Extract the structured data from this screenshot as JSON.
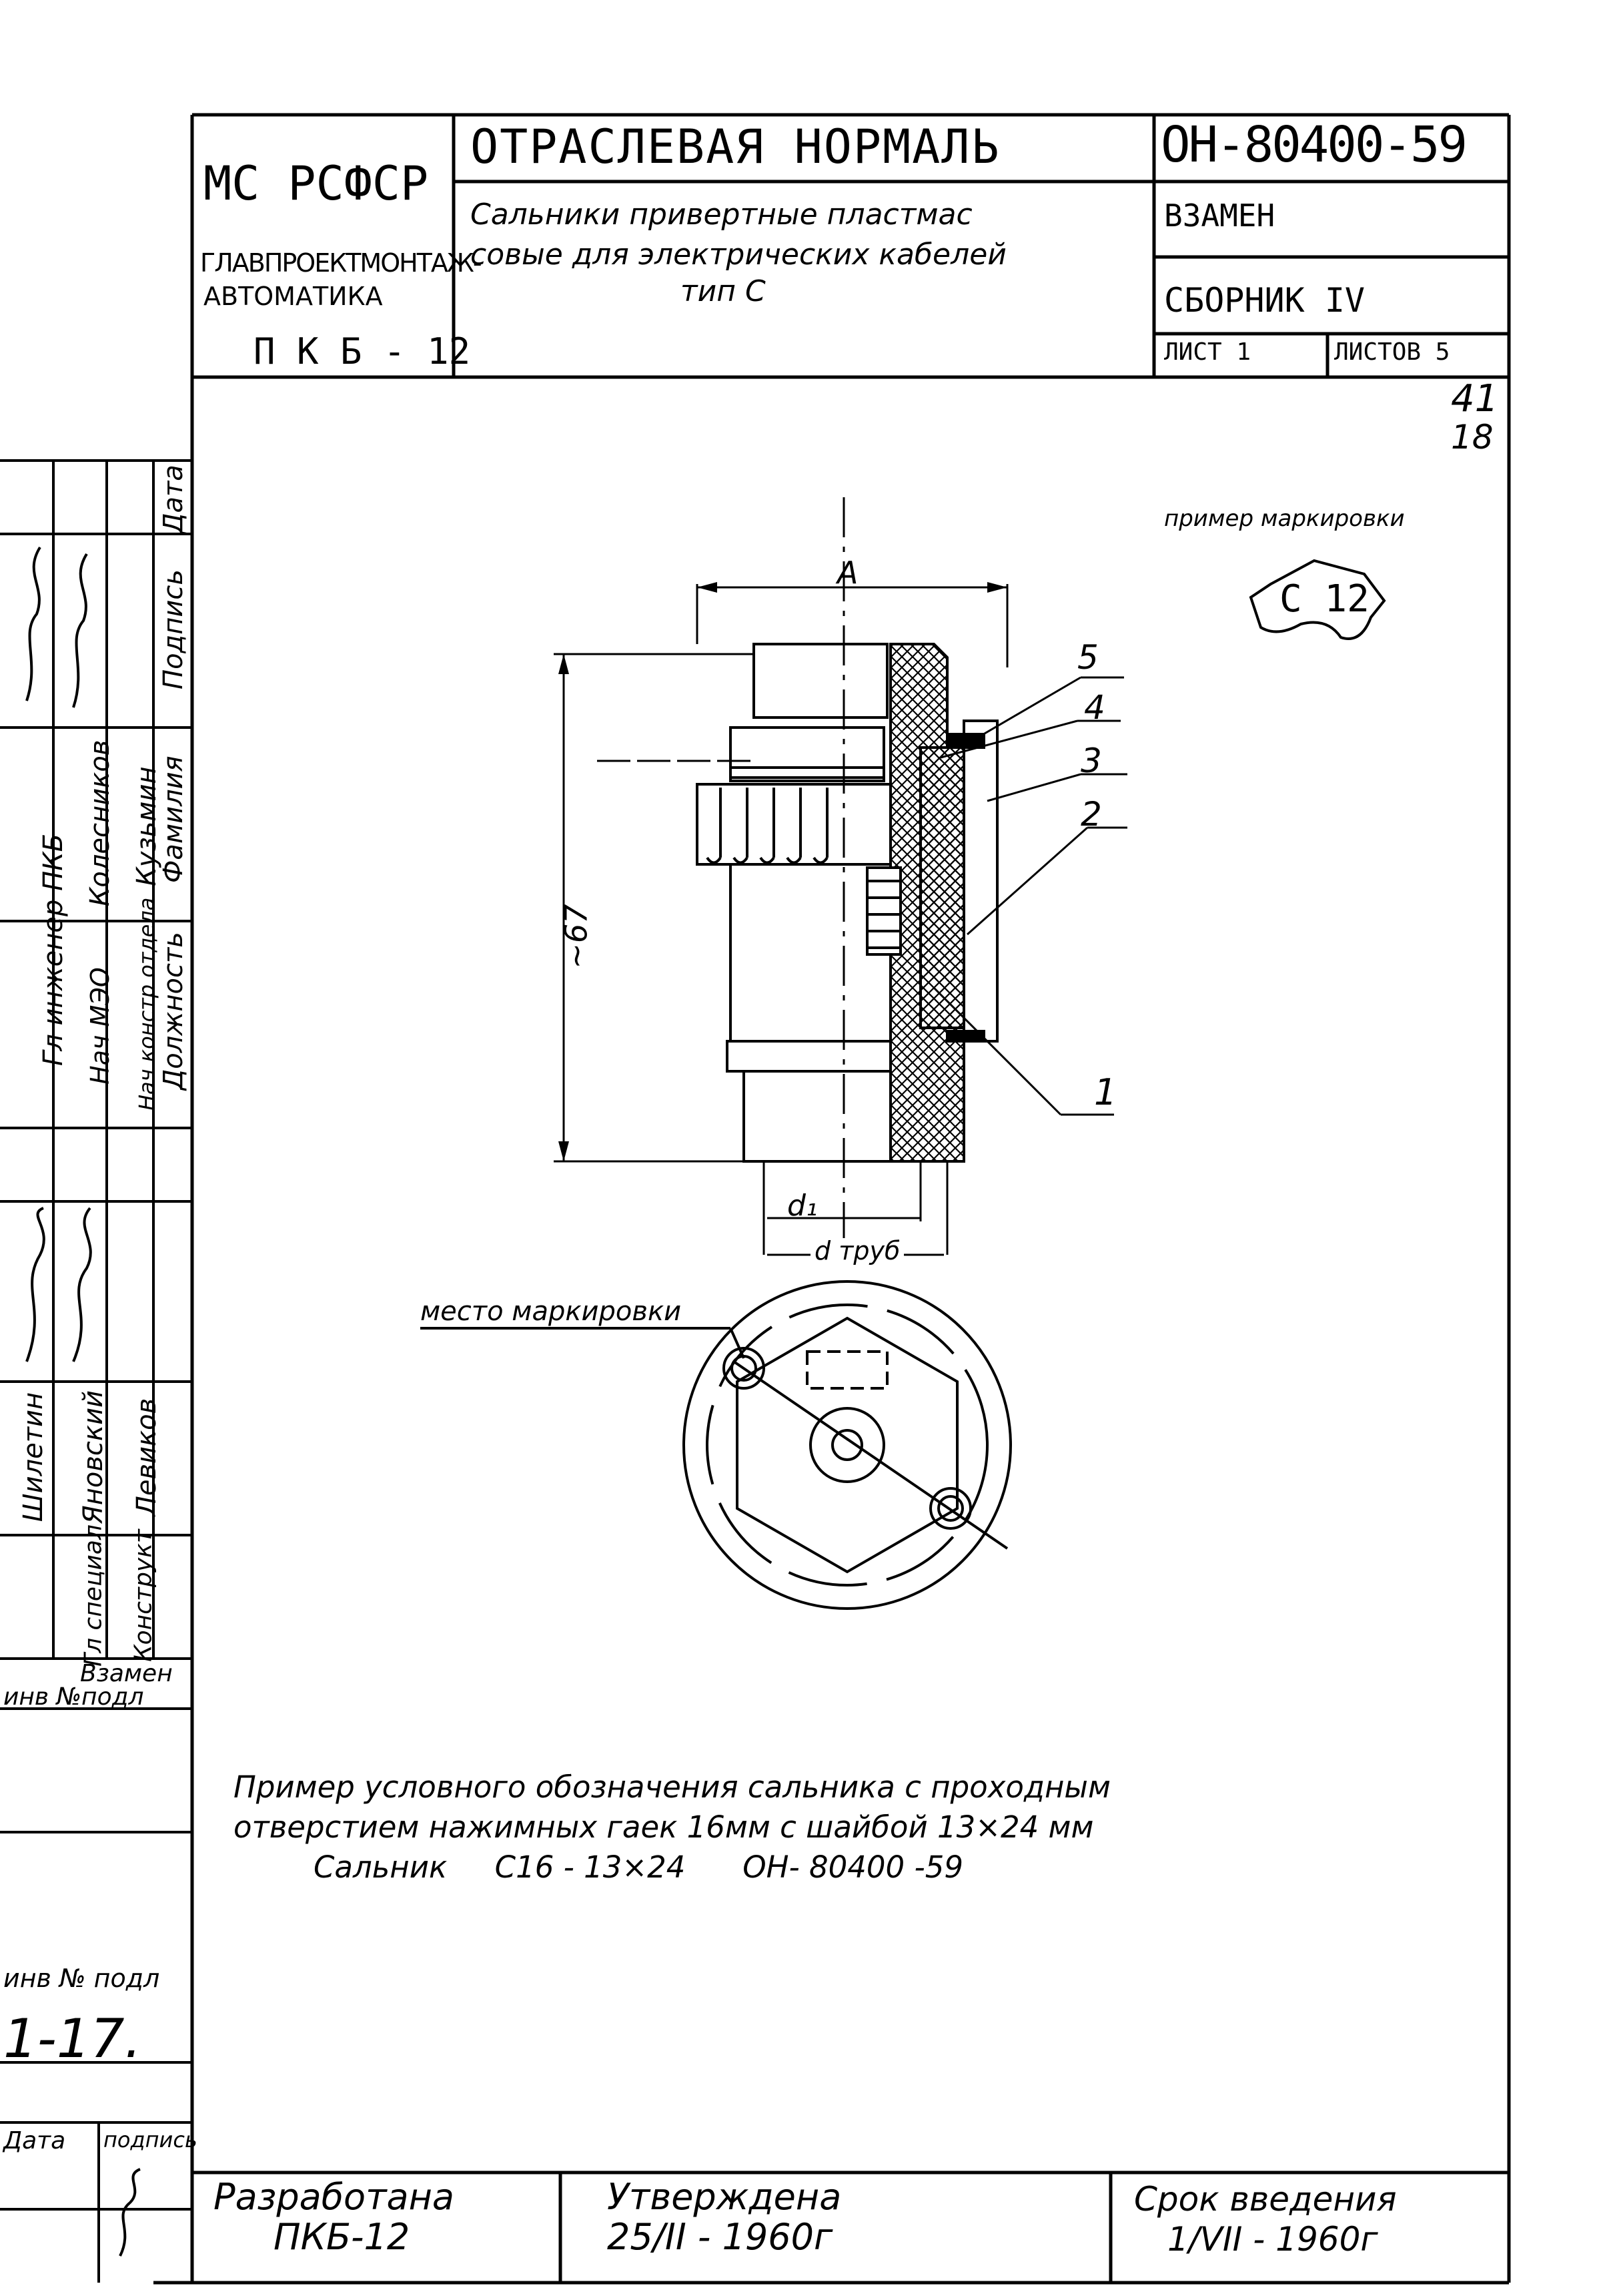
{
  "header": {
    "org": "МС РСФСР",
    "dept": "ГЛАВПРОЕКТМОНТАЖ-",
    "sub_dept": "АВТОМАТИКА",
    "bureau": "П К Б - 12",
    "doc_type": "ОТРАСЛЕВАЯ НОРМАЛЬ",
    "title_line1": "Сальники привертные пластмас",
    "title_line2": "совые для электрических кабелей",
    "title_line3": "тип С",
    "doc_number": "ОН-80400-59",
    "replaces": "ВЗАМЕН",
    "collection": "СБОРНИК IV",
    "sheet": "ЛИСТ 1",
    "sheets_total": "ЛИСТОВ 5",
    "page_mark1": "41",
    "page_mark2": "18"
  },
  "marking": {
    "caption": "пример маркировки",
    "code": "С 12"
  },
  "drawing": {
    "dim_a": "А",
    "dim_height": "~67",
    "dim_d1": "d₁",
    "dim_d": "d труб",
    "callouts": [
      "5",
      "4",
      "3",
      "2",
      "1"
    ],
    "mark_place": "место маркировки"
  },
  "example": {
    "line1": "Пример условного обозначения сальника с проходным",
    "line2": "отверстием нажимных гаек 16мм с шайбой 13×24 мм",
    "line3": "Сальник     С16 - 13×24      ОН- 80400 -59"
  },
  "footer": {
    "developed_label": "Разработана",
    "developed_by": "ПКБ-12",
    "approved_label": "Утверждена",
    "approved_date": "25/II - 1960г",
    "effective_label": "Срок введения",
    "effective_date": "1/VII - 1960г"
  },
  "side_stamp": {
    "col_date": "Дата",
    "col_sign": "Подпись",
    "col_name": "Фамилия",
    "col_position": "Должность",
    "names_upper": [
      "Колесников",
      "Кузьмин"
    ],
    "positions_upper": [
      "Нач МЭО",
      "Нач констр отдела"
    ],
    "names_lower": [
      "Яновский",
      "Левиков"
    ],
    "positions_lower": [
      "Гл специал",
      "Конструкт"
    ],
    "left_labels": [
      "Гл инженер ПКБ",
      "Шилетин"
    ],
    "replaced_label": "Взамен",
    "inv_label": "инв №подл",
    "inv_sign_label": "инв № подл",
    "inv_number": "1-17.",
    "date_label": "Дата",
    "sign_label": "подпись"
  }
}
